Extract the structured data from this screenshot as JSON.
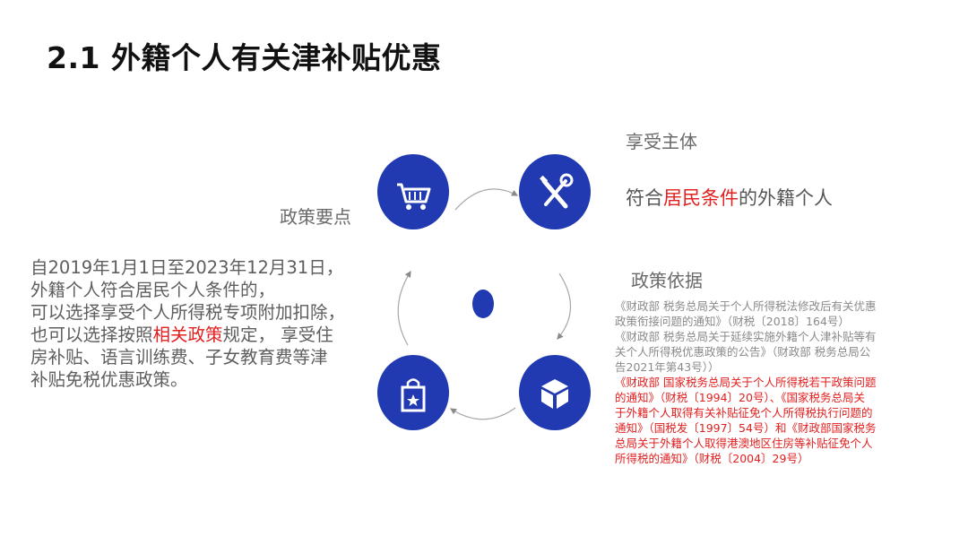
{
  "title": "2.1 外籍个人有关津补贴优惠",
  "labels": {
    "policy_points": "政策要点",
    "subject": "享受主体",
    "basis": "政策依据"
  },
  "subject": {
    "prefix": "符合",
    "highlight": "居民条件",
    "suffix": "的外籍个人"
  },
  "policy_points_text": {
    "line1": "自2019年1月1日至2023年12月31日，",
    "line2": "外籍个人符合居民个人条件的，",
    "line3": "可以选择享受个人所得税专项附加扣除，",
    "line4_prefix": "也可以选择按照",
    "line4_highlight": "相关政策",
    "line4_suffix": "规定，  享受住",
    "line5": "房补贴、语言训练费、子女教育费等津",
    "line6": "补贴免税优惠政策。"
  },
  "basis_refs": {
    "gray1": "《财政部 税务总局关于个人所得税法修改后有关优惠",
    "gray2": "政策衔接问题的通知》（财税〔2018〕164号）",
    "gray3": "《财政部 税务总局关于延续实施外籍个人津补贴等有",
    "gray4": "关个人所得税优惠政策的公告》（财政部 税务总局公",
    "gray5": "告2021年第43号））",
    "red1": "《财政部 国家税务总局关于个人所得税若干政策问题",
    "red2": "的通知》（财税〔1994〕20号）、《国家税务总局关",
    "red3": "于外籍个人取得有关补贴征免个人所得税执行问题的",
    "red4": "通知》（国税发〔1997〕54号）和《财政部国家税务",
    "red5": "总局关于外籍个人取得港澳地区住房等补贴征免个人",
    "red6": "所得税的通知》（财税〔2004〕29号）"
  },
  "icons": {
    "top_left": "shopping-cart-icon",
    "top_right": "tools-icon",
    "bottom_left": "shopping-bag-icon",
    "bottom_right": "box-icon"
  },
  "colors": {
    "circle": "#2139b1",
    "highlight": "#e12020"
  }
}
